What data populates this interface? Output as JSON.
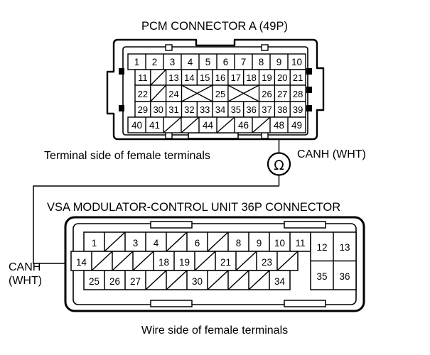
{
  "diagram": {
    "type": "automotive-wiring-connector-diagram",
    "colors": {
      "line": "#000000",
      "background": "#ffffff",
      "cell_stroke": "#000000"
    }
  },
  "pcm_connector": {
    "title": "PCM CONNECTOR A (49P)",
    "caption": "Terminal side of female terminals",
    "rows": [
      {
        "id": "row1",
        "cells": [
          "1",
          "2",
          "3",
          "4",
          "5",
          "6",
          "7",
          "8",
          "9",
          "10"
        ]
      },
      {
        "id": "row2",
        "cells": [
          "11",
          "",
          "13",
          "14",
          "15",
          "16",
          "17",
          "18",
          "19",
          "20",
          "21"
        ]
      },
      {
        "id": "row3",
        "cells": [
          "22",
          "",
          "24",
          "",
          "",
          "25",
          "",
          "",
          "26",
          "27",
          "28"
        ]
      },
      {
        "id": "row4",
        "cells": [
          "29",
          "30",
          "31",
          "32",
          "33",
          "34",
          "35",
          "36",
          "37",
          "38",
          "39"
        ]
      },
      {
        "id": "row5",
        "cells": [
          "40",
          "41",
          "",
          "",
          "44",
          "",
          "46",
          "",
          "48",
          "49"
        ]
      }
    ],
    "blank_marks": {
      "slash": [
        "row2.1",
        "row5.2",
        "row5.3",
        "row5.5",
        "row5.7"
      ],
      "cross_pairs": [
        "row3.3-4",
        "row3.6-7"
      ],
      "slash_row3": [
        "row3.1"
      ]
    },
    "probe_pin": "48"
  },
  "vsa_connector": {
    "title": "VSA MODULATOR-CONTROL UNIT 36P CONNECTOR",
    "caption": "Wire side of female terminals",
    "rows": [
      {
        "id": "vrow1",
        "cells": [
          "1",
          "",
          "3",
          "4",
          "",
          "6",
          "",
          "8",
          "9",
          "10",
          "11"
        ]
      },
      {
        "id": "vrow2",
        "cells": [
          "14",
          "",
          "",
          "",
          "18",
          "19",
          "",
          "21",
          "",
          "23",
          ""
        ]
      },
      {
        "id": "vrow3",
        "cells": [
          "25",
          "26",
          "27",
          "",
          "",
          "30",
          "",
          "",
          "",
          "34"
        ]
      }
    ],
    "right_block": {
      "top": [
        "12",
        "13"
      ],
      "bottom": [
        "35",
        "36"
      ]
    },
    "probe_pin": "14"
  },
  "meter": {
    "symbol": "Ω",
    "name": "ohmmeter"
  },
  "labels": {
    "canh_top": "CANH (WHT)",
    "canh_bottom_line1": "CANH",
    "canh_bottom_line2": "(WHT)"
  }
}
